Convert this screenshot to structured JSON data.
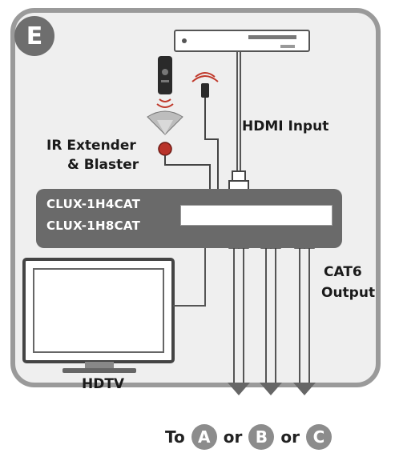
{
  "badge": "E",
  "labels": {
    "hdmi_input": "HDMI Input",
    "ir_line1": "IR Extender",
    "ir_line2": "& Blaster",
    "cat6_line1": "CAT6",
    "cat6_line2": "Output",
    "hdtv": "HDTV"
  },
  "device": {
    "model1": "CLUX-1H4CAT",
    "model2": "CLUX-1H8CAT"
  },
  "footer": {
    "to": "To",
    "or1": "or",
    "or2": "or",
    "a": "A",
    "b": "B",
    "c": "C"
  },
  "colors": {
    "panel_border": "#9a9a9a",
    "device": "#6a6a6a",
    "ir_red": "#c0392b"
  }
}
